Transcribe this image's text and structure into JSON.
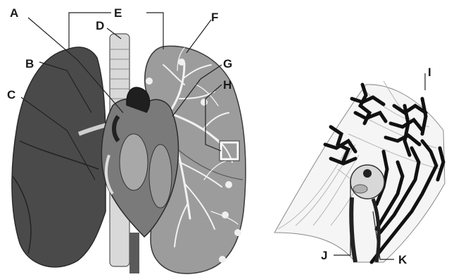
{
  "labels": [
    "A",
    "B",
    "C",
    "D",
    "E",
    "F",
    "G",
    "H",
    "I",
    "J",
    "K"
  ]
}
